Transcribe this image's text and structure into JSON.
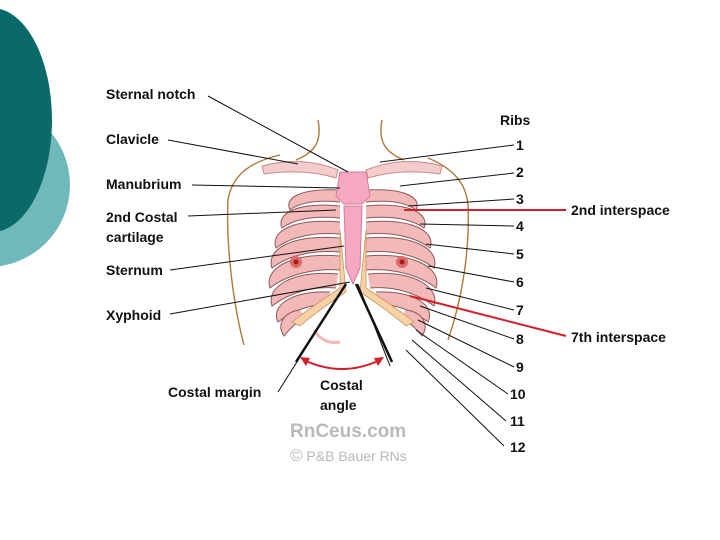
{
  "colors": {
    "teal_dark": "#0b6967",
    "teal_light": "#6fb9bc",
    "sternum_pink": "#f5a9c1",
    "rib_pink": "#f3b9b9",
    "cartilage_orange": "#f7d2a6",
    "interspace_red": "#d41f2a"
  },
  "diagram": {
    "left_labels": {
      "sternal_notch": "Sternal notch",
      "clavicle": "Clavicle",
      "manubrium": "Manubrium",
      "costal_cartilage_line1": "2nd Costal",
      "costal_cartilage_line2": "cartilage",
      "sternum": "Sternum",
      "xyphoid": "Xyphoid",
      "costal_margin": "Costal margin"
    },
    "costal_angle_line1": "Costal",
    "costal_angle_line2": "angle",
    "ribs_title": "Ribs",
    "rib_numbers": [
      "1",
      "2",
      "3",
      "4",
      "5",
      "6",
      "7",
      "8",
      "9",
      "10",
      "11",
      "12"
    ],
    "interspace_2": "2nd interspace",
    "interspace_7": "7th interspace"
  },
  "watermark": {
    "site": "RnCeus.com",
    "copyright_symbol": "©",
    "copyright_text": "P&B Bauer RNs"
  }
}
